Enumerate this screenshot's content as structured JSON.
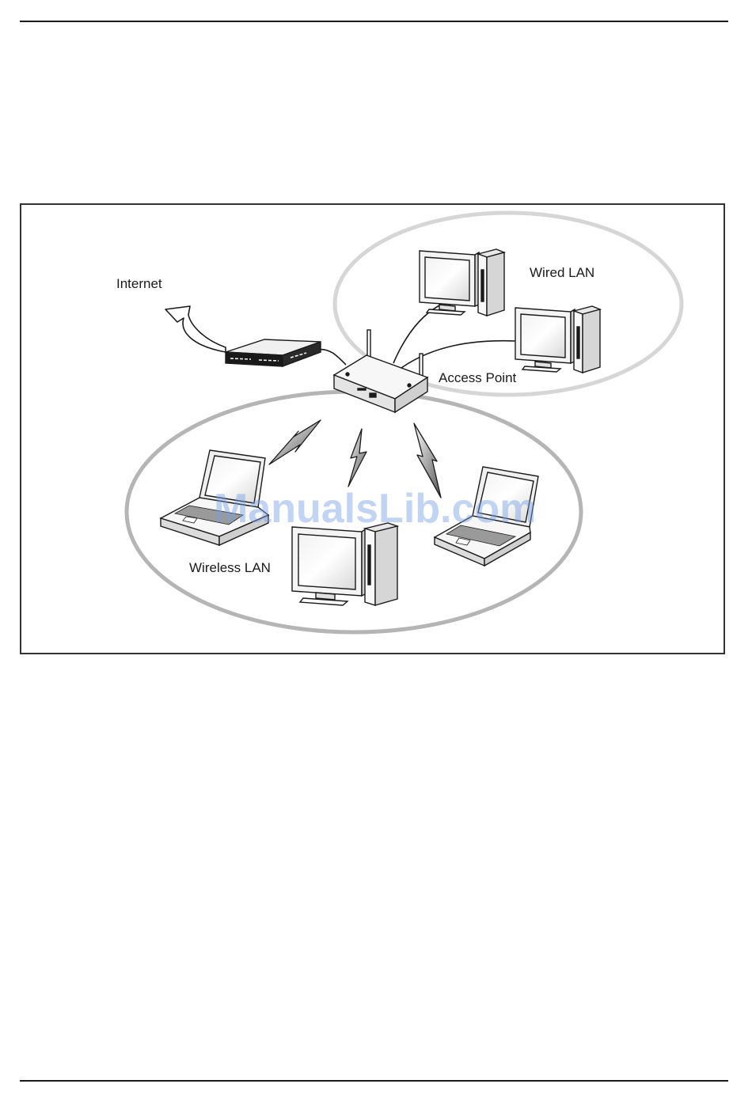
{
  "diagram": {
    "labels": {
      "internet": "Internet",
      "wired_lan": "Wired LAN",
      "access_point": "Access Point",
      "wireless_lan": "Wireless LAN"
    },
    "watermark": "ManualsLib.com",
    "colors": {
      "line": "#1a1a1a",
      "ellipse": "#bdbdbd",
      "ellipse_dark": "#a8a8a8",
      "watermark": "#78a0e6"
    }
  }
}
